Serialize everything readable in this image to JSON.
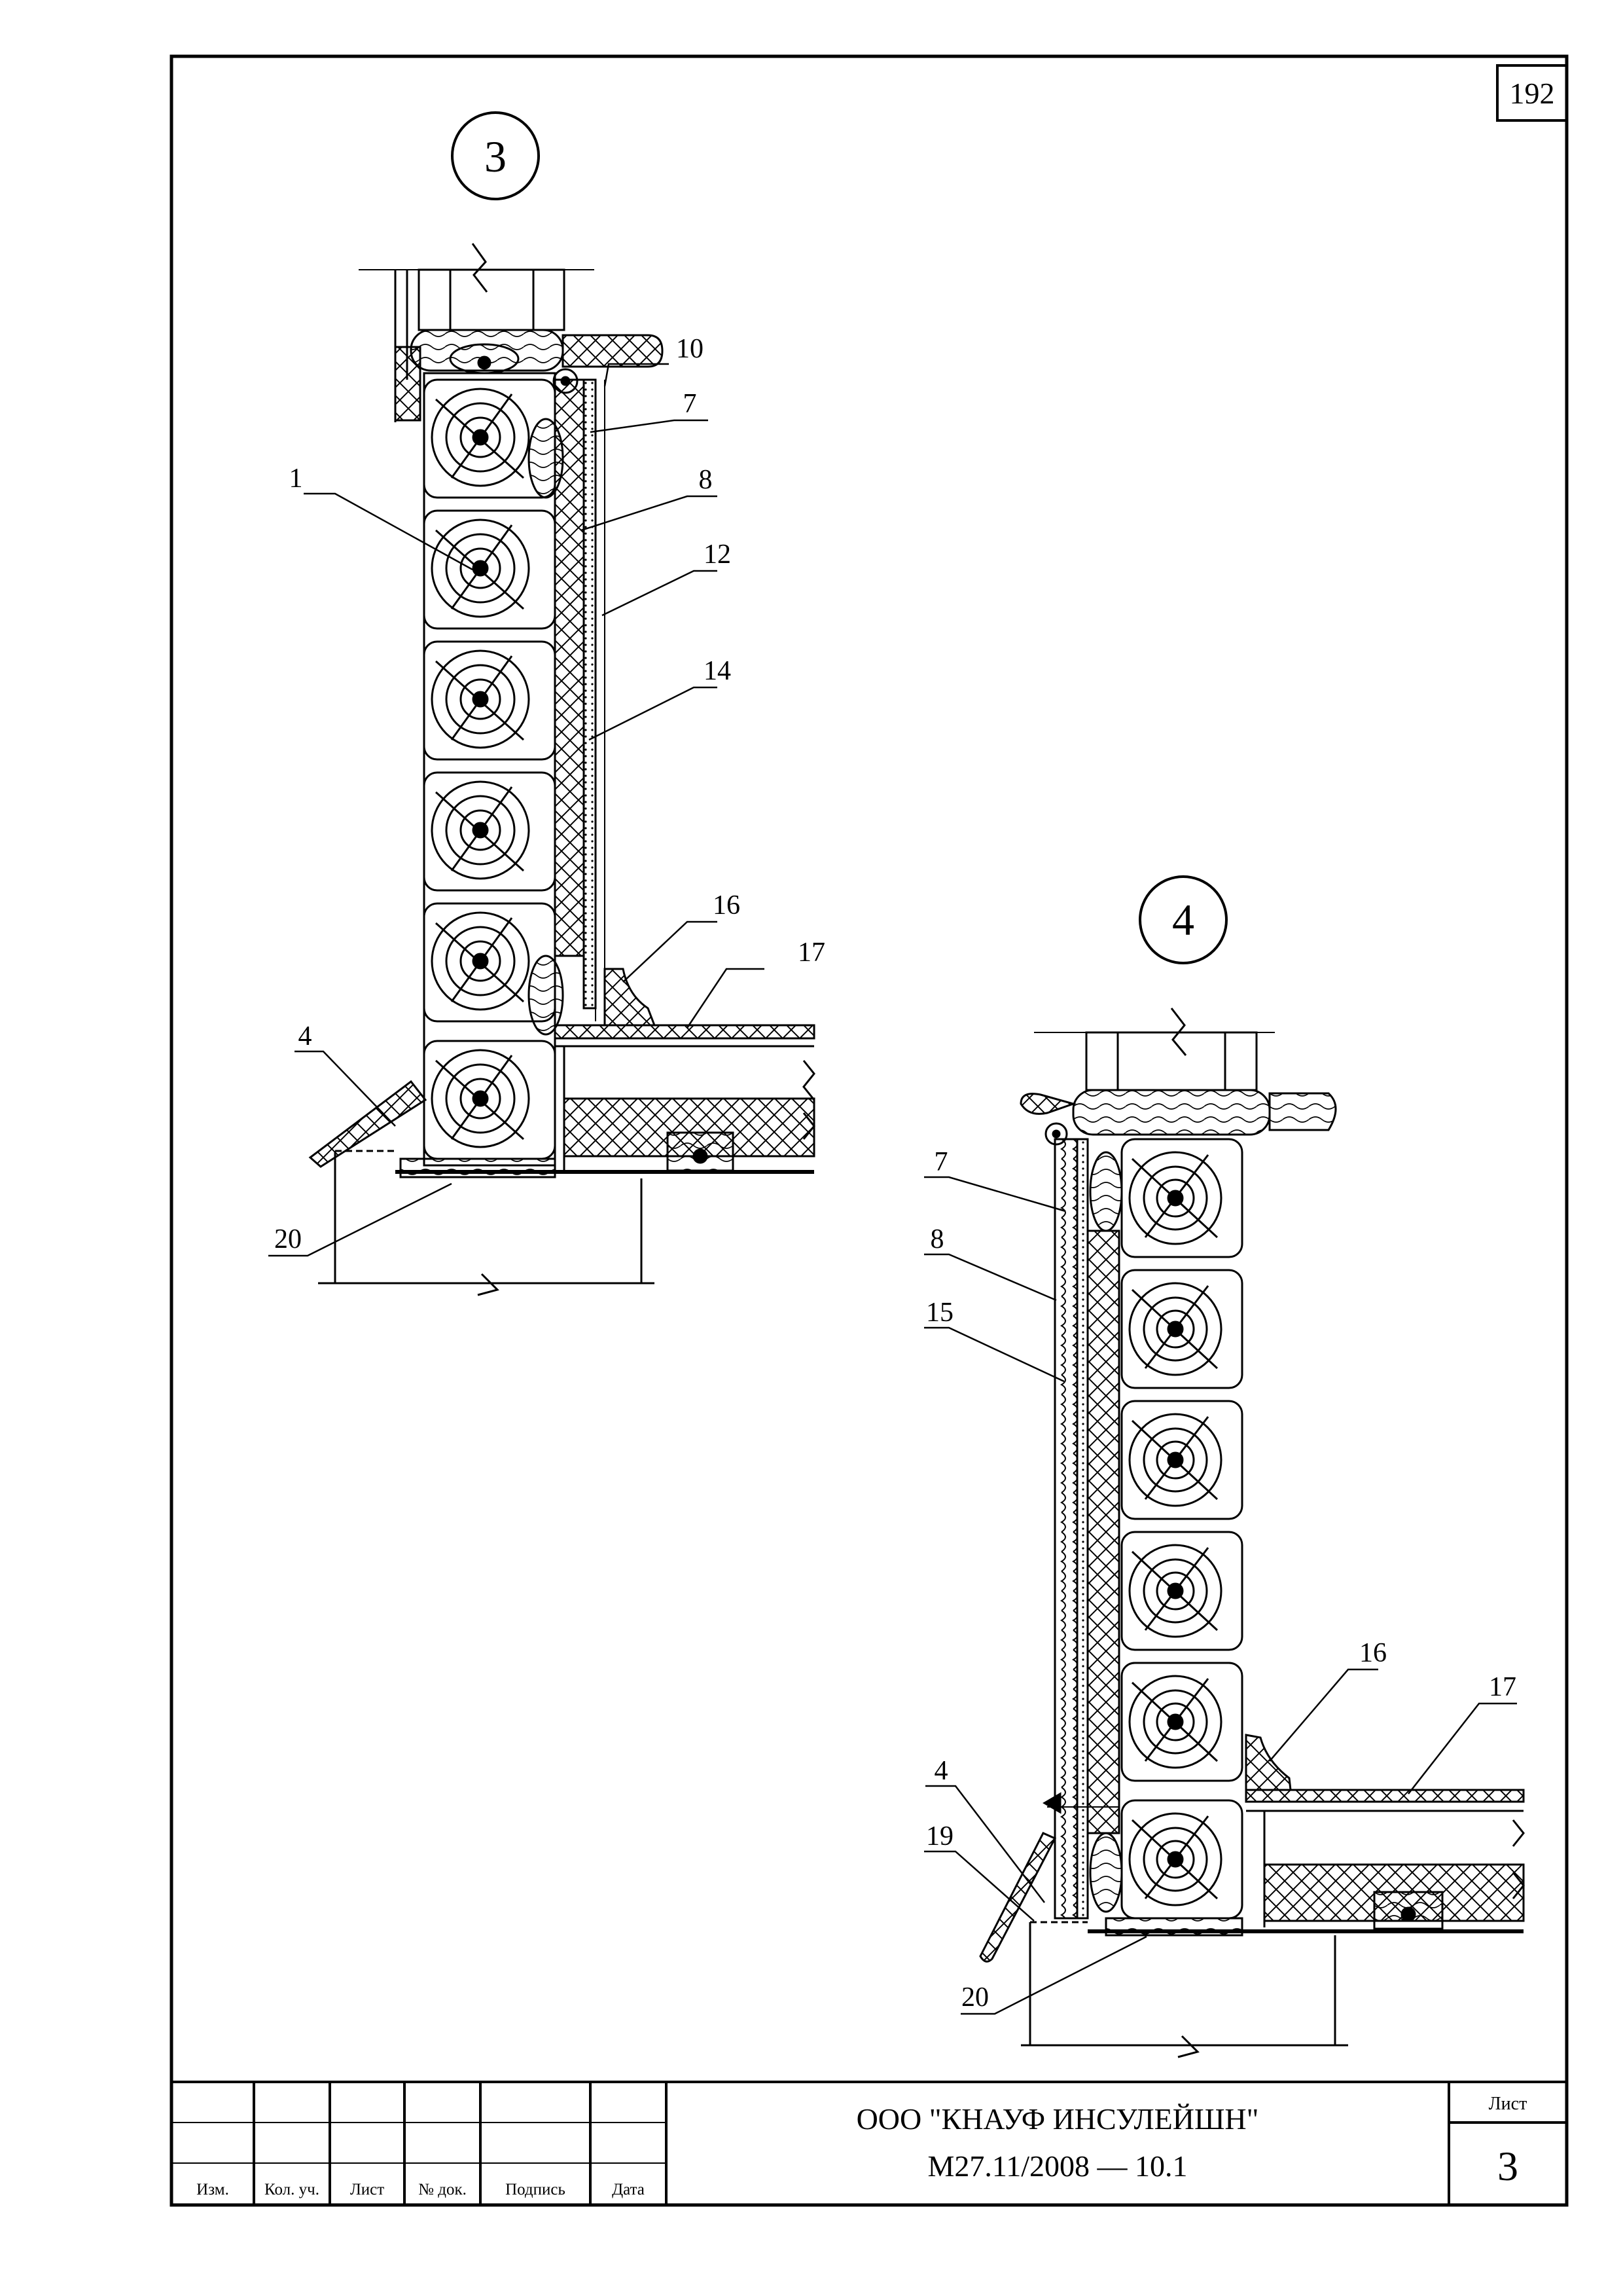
{
  "sheet_number": "192",
  "details": [
    {
      "number": "3",
      "callouts": [
        "1",
        "4",
        "7",
        "8",
        "10",
        "12",
        "14",
        "16",
        "17",
        "20"
      ]
    },
    {
      "number": "4",
      "callouts": [
        "4",
        "7",
        "8",
        "15",
        "16",
        "17",
        "19",
        "20"
      ]
    }
  ],
  "title_block": {
    "company": "ООО \"КНАУФ ИНСУЛЕЙШН\"",
    "document_code": "М27.11/2008 — 10.1",
    "sheet_label": "Лист",
    "sheet_value": "3",
    "columns": [
      "Изм.",
      "Кол. уч.",
      "Лист",
      "№ док.",
      "Подпись",
      "Дата"
    ]
  },
  "colors": {
    "line": "#000000",
    "paper": "#ffffff"
  }
}
